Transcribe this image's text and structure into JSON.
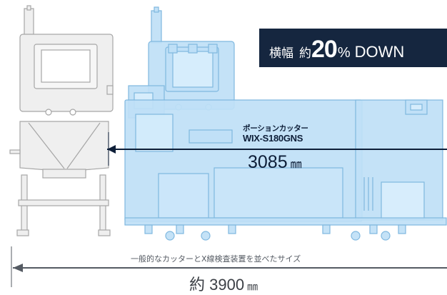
{
  "banner": {
    "prefix": "横幅",
    "prefix2": "約",
    "value": "20",
    "unit": "%",
    "suffix": "DOWN"
  },
  "new_machine": {
    "product": "ポーションカッター",
    "model": "WIX-S180GNS",
    "width_value": "3085",
    "width_unit": "㎜"
  },
  "old_setup": {
    "note": "一般的なカッターとX線検査装置を並べたサイズ",
    "width_value": "約 3900",
    "width_unit": "㎜"
  },
  "colors": {
    "banner_bg": "#15263f",
    "machine_blue": "#bfe0f6",
    "machine_blue_stroke": "#7fb8df",
    "machine_gray": "#ededed",
    "machine_gray_stroke": "#a9a9a9",
    "arrow_dark": "#0d1e38",
    "arrow_gray": "#555b63"
  }
}
